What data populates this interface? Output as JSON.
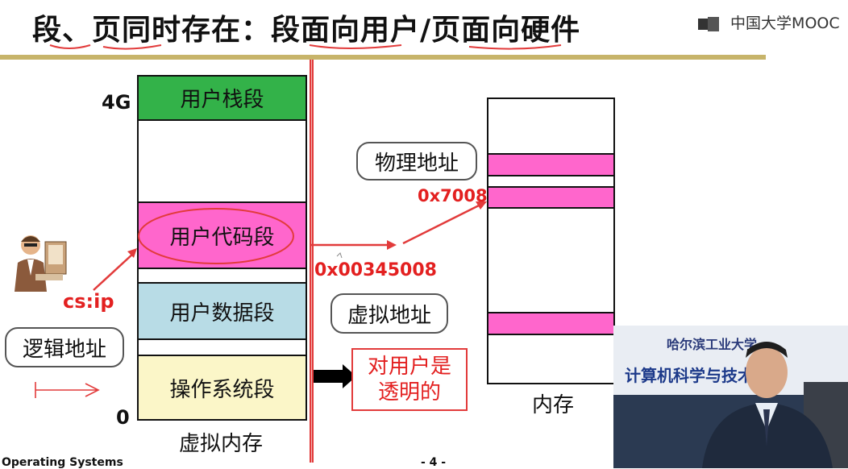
{
  "slide": {
    "title": "段、页同时存在：段面向用户/页面向硬件",
    "logo_text": "中国大学MOOC",
    "footer_left": "Operating Systems",
    "footer_page": "- 4 -"
  },
  "virtual_memory": {
    "top_label": "4G",
    "bottom_label": "0",
    "caption": "虚拟内存",
    "segments": [
      {
        "label": "用户栈段",
        "color": "#33b249"
      },
      {
        "label": "",
        "color": "#ffffff"
      },
      {
        "label": "用户代码段",
        "color": "#ff66cc"
      },
      {
        "label": "",
        "color": "#ffffff"
      },
      {
        "label": "用户数据段",
        "color": "#b8dce6"
      },
      {
        "label": "",
        "color": "#ffffff"
      },
      {
        "label": "操作系统段",
        "color": "#fbf6c8"
      }
    ]
  },
  "physical_memory": {
    "caption": "内存"
  },
  "annotations": {
    "cs_ip": "cs:ip",
    "logical_address": "逻辑地址",
    "virtual_address_value": "0x00345008",
    "virtual_address": "虚拟地址",
    "physical_address_value": "0x7008",
    "physical_address": "物理地址",
    "transparent_line1": "对用户是",
    "transparent_line2": "透明的"
  },
  "video": {
    "banner_line1": "哈尔滨工业大学",
    "banner_line2": "计算机科学与技术学院"
  },
  "colors": {
    "accent_red": "#e32020",
    "pink": "#ff66cc",
    "stack_green": "#33b249",
    "data_blue": "#b8dce6",
    "os_yellow": "#fbf6c8"
  }
}
